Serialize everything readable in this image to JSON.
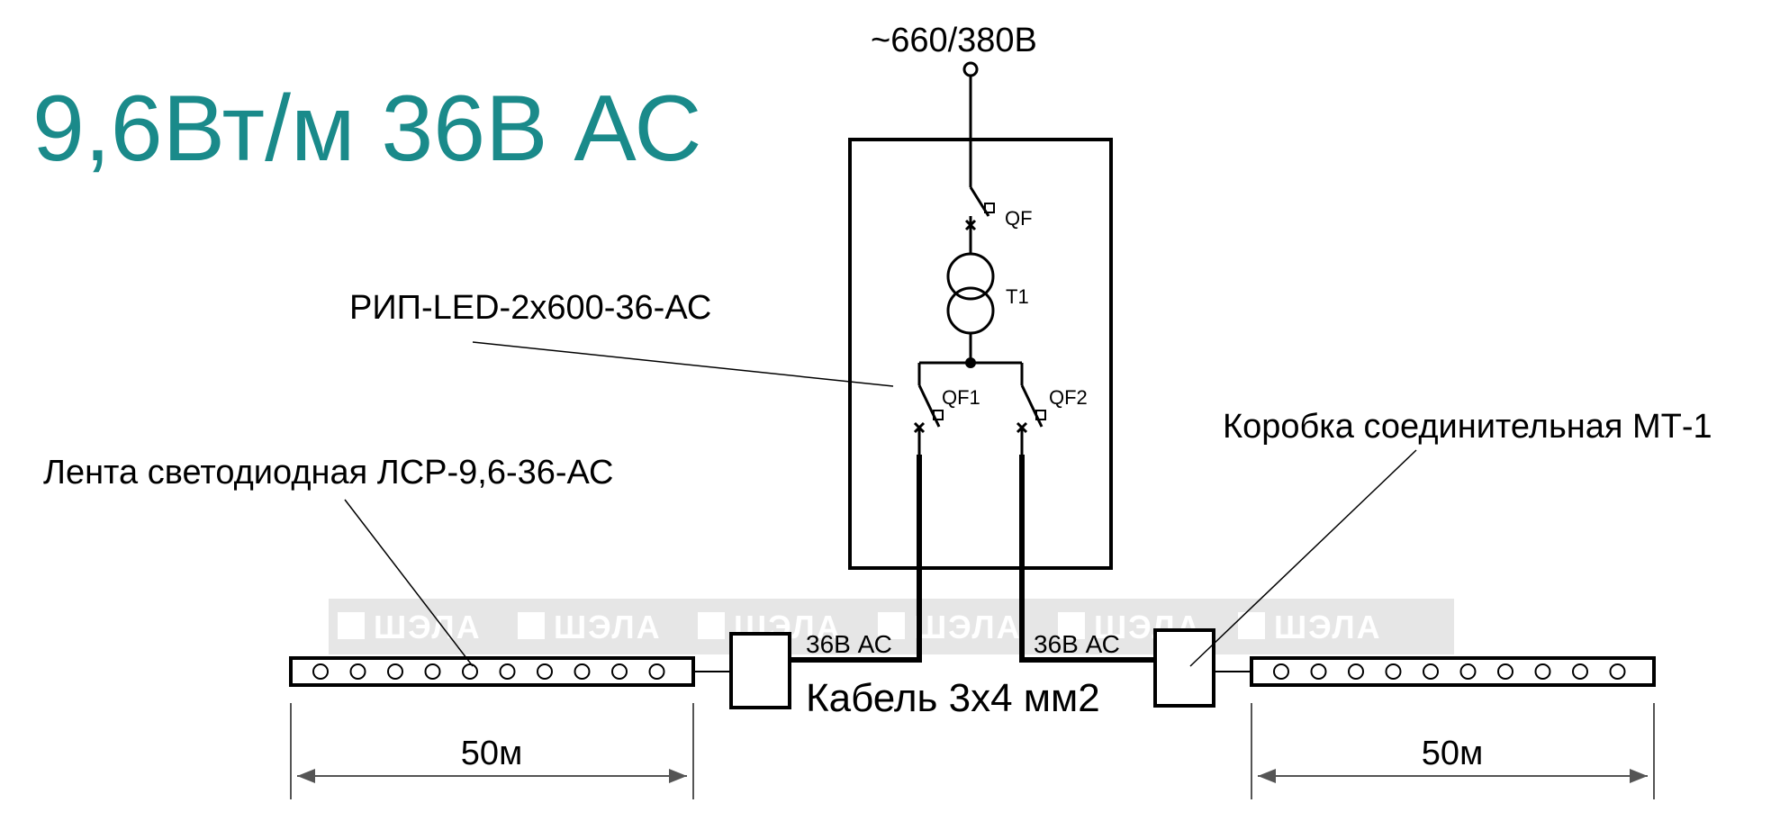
{
  "title": "9,6Вт/м 36В АС",
  "supply_label": "~660/380В",
  "device_label": "РИП-LED-2x600-36-АС",
  "strip_label": "Лента светодиодная ЛСР-9,6-36-АС",
  "box_label": "Коробка соединительная МТ-1",
  "breaker_main": "QF",
  "transformer": "T1",
  "breaker_1": "QF1",
  "breaker_2": "QF2",
  "voltage_left": "36В АС",
  "voltage_right": "36В АС",
  "cable_label": "Кабель 3x4 мм2",
  "length_left": "50м",
  "length_right": "50м",
  "watermark": "ШЭЛА",
  "colors": {
    "title": "#1a8a8a",
    "lines": "#000000",
    "watermark_band": "#e6e6e6"
  }
}
